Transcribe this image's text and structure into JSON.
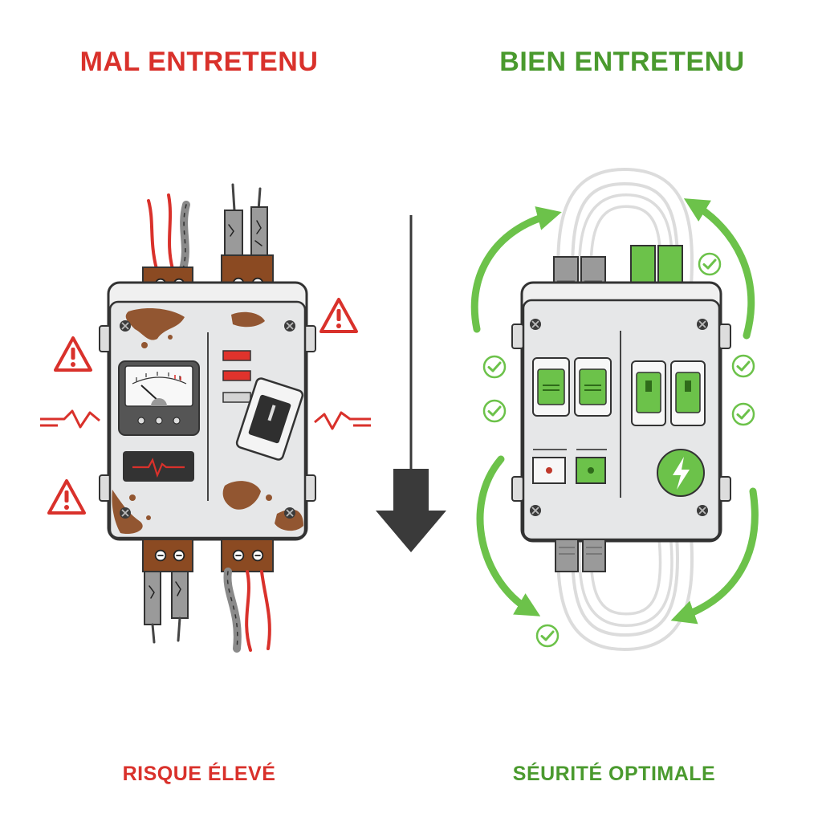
{
  "headings": {
    "bad_title": "MAL ENTRETENU",
    "good_title": "BIEN ENTRETENU",
    "bad_caption": "RISQUE ÉLEVÉ",
    "good_caption": "SÉURITÉ OPTIMALE"
  },
  "colors": {
    "danger": "#d9312b",
    "ok": "#4a9a2e",
    "ok_light": "#6cc24a",
    "rust": "#8b4a22",
    "box": "#e6e7e8",
    "outline": "#333333",
    "arrow": "#3a3a3a"
  },
  "icons": {
    "warning": "warning-triangle-icon",
    "spark": "electric-spark-icon",
    "check": "check-circle-icon",
    "bolt": "lightning-bolt-icon",
    "cycle": "circular-arrow-icon",
    "down": "arrow-down-icon"
  },
  "panels": {
    "bad": {
      "gauge": "analog-voltmeter",
      "switch_state": "off"
    },
    "good": {
      "breakers": 4,
      "status": "ok"
    }
  }
}
